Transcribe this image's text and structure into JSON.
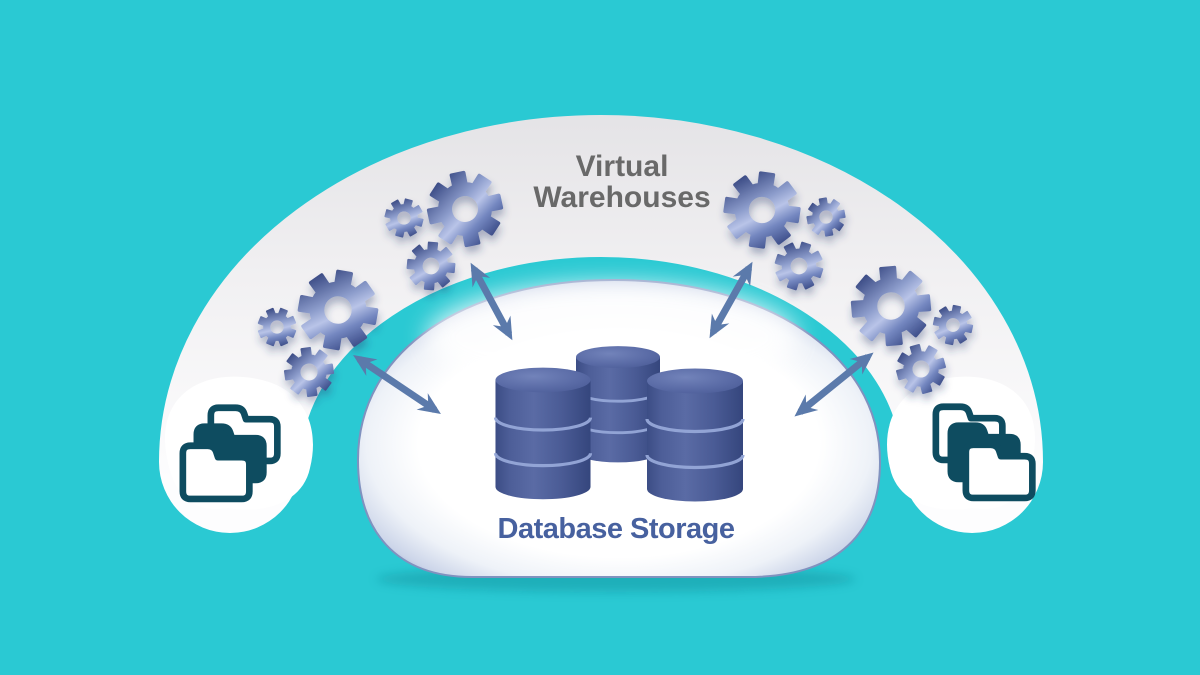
{
  "diagram": {
    "background_color": "#2ac9d3",
    "arch": {
      "title_line1": "Virtual",
      "title_line2": "Warehouses",
      "title_color": "#696969",
      "surface_top_color": "#e4e3e6",
      "surface_bottom_color": "#fdfdfe"
    },
    "storage_dome": {
      "label": "Database Storage",
      "label_color": "#47619f",
      "rim_color": "#8092bf",
      "fill_color": "#ffffff",
      "cylinder_color": "#47588f",
      "cylinder_stripe_color": "#96a8d8",
      "cylinder_count": 3
    },
    "gears": {
      "color_dark": "#2c3c78",
      "color_light": "#b9c4e8",
      "cluster_count": 4,
      "gears_per_cluster": 3
    },
    "arrows": {
      "color": "#5b7aab",
      "count": 4,
      "style": "double-headed"
    },
    "folders": {
      "color": "#0e4c60",
      "front_fill_color": "#ffffff",
      "groups": 2,
      "folders_per_group": 3
    }
  }
}
